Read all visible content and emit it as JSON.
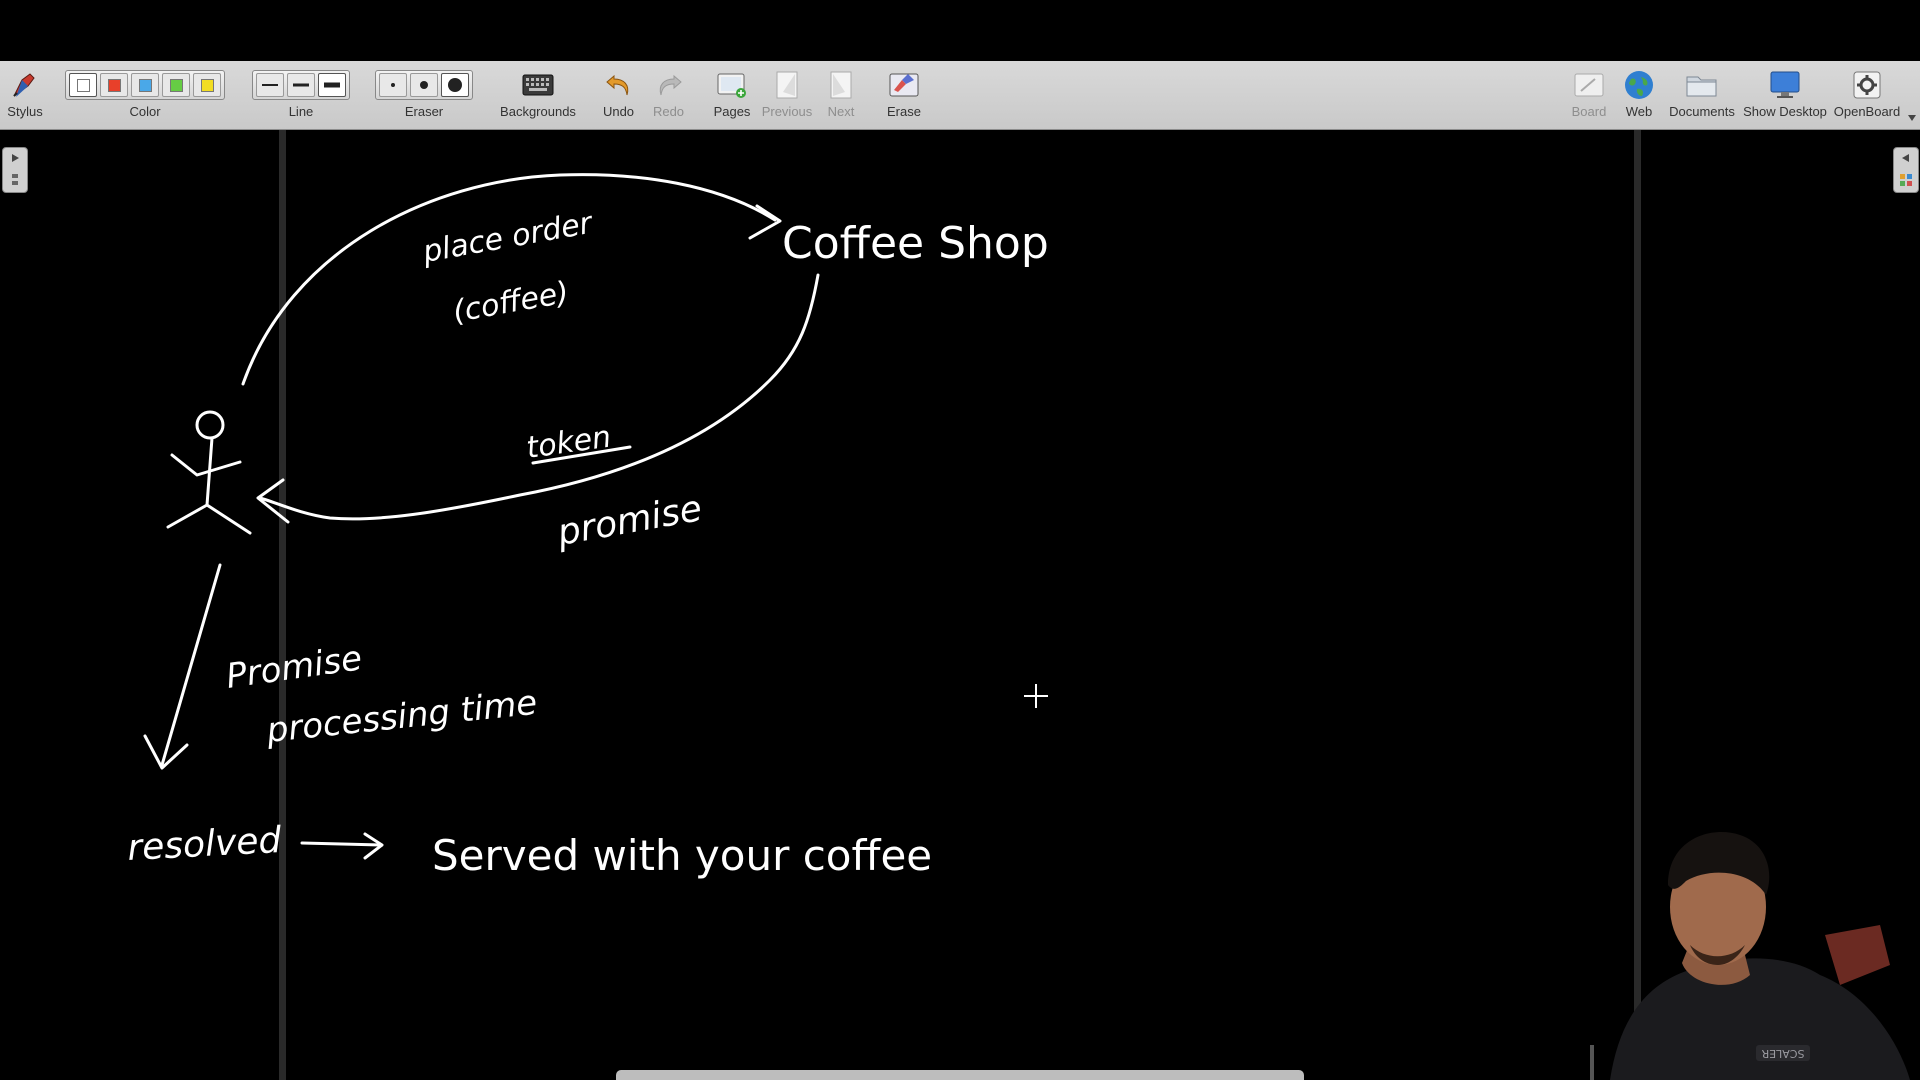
{
  "toolbar": {
    "stylus": "Stylus",
    "color": "Color",
    "line": "Line",
    "eraser": "Eraser",
    "backgrounds": "Backgrounds",
    "undo": "Undo",
    "redo": "Redo",
    "pages": "Pages",
    "previous": "Previous",
    "next": "Next",
    "erase": "Erase",
    "board": "Board",
    "web": "Web",
    "documents": "Documents",
    "show_desktop": "Show Desktop",
    "openboard": "OpenBoard",
    "colors": [
      "#ffffff",
      "#e8402a",
      "#4aa8e8",
      "#66cc44",
      "#f2dd22"
    ]
  },
  "board": {
    "place_order": "place order",
    "coffee_paren": "(coffee)",
    "coffee_shop": "Coffee Shop",
    "token": "token",
    "promise_1": "promise",
    "promise_2": "Promise",
    "processing_time": "processing time",
    "resolved": "resolved",
    "served": "Served with your coffee"
  },
  "presenter": {
    "shirt_text": "SCALER"
  }
}
